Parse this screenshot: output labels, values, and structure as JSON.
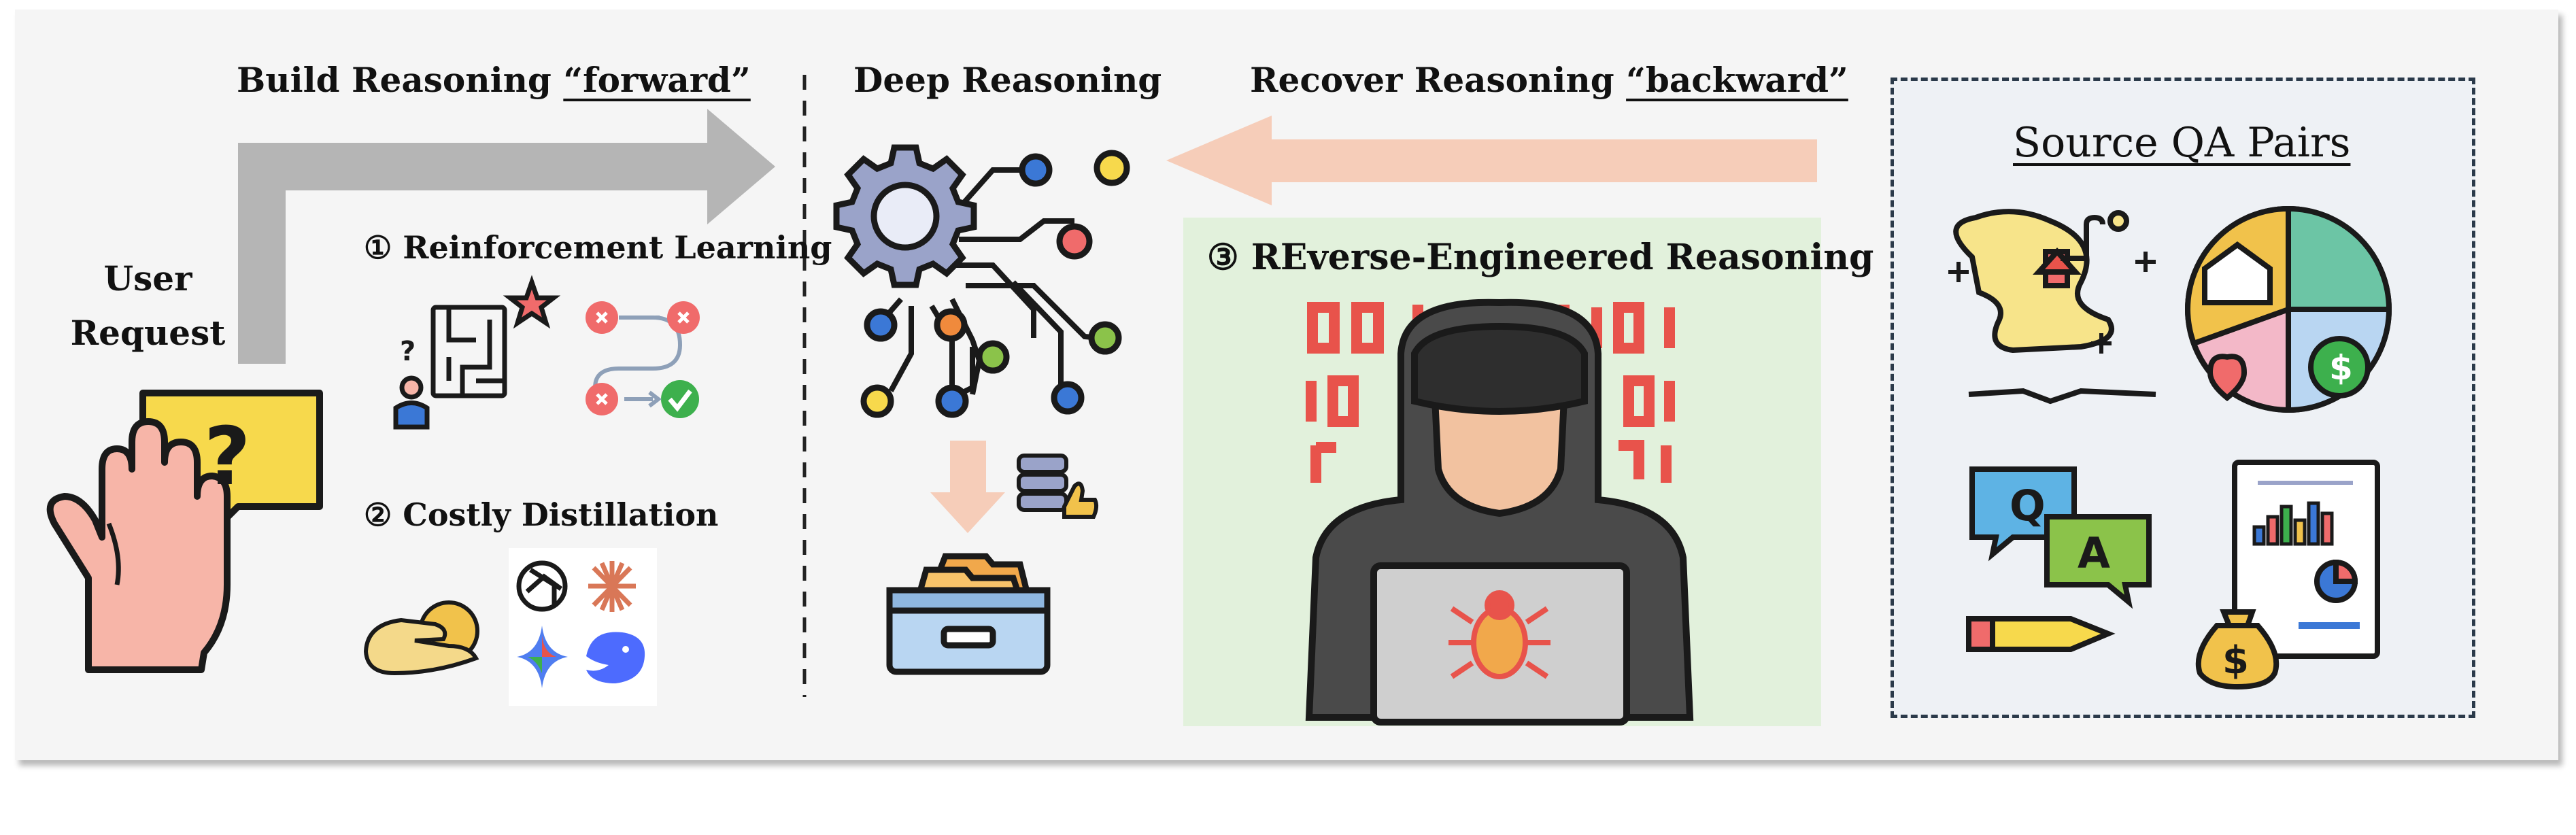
{
  "labels": {
    "forward_prefix": "Build Reasoning ",
    "forward_word": "“forward”",
    "deep": "Deep Reasoning",
    "backward_prefix": "Recover Reasoning ",
    "backward_word": "“backward”",
    "user_line1": "User",
    "user_line2": "Request",
    "rl": "① Reinforcement Learning",
    "distill": "② Costly Distillation",
    "reer": "③ REverse-Engineered Reasoning",
    "source": "Source QA Pairs",
    "qa_q": "Q",
    "qa_a": "A",
    "question_mark": "?"
  },
  "colors": {
    "gray_arrow": "#b5b5b5",
    "pink_arrow": "#f6cdb9",
    "green_box": "#e2f1dc",
    "binary_red": "#e8534b"
  },
  "icons": [
    "hand-question-icon",
    "maze-icon",
    "trial-error-icon",
    "coin-hand-icon",
    "openai-logo-icon",
    "claude-logo-icon",
    "gemini-logo-icon",
    "deepseek-logo-icon",
    "gear-network-icon",
    "database-like-icon",
    "file-drawer-icon",
    "hacker-icon",
    "story-book-icon",
    "pie-life-icon",
    "qa-chat-icon",
    "report-money-icon"
  ]
}
